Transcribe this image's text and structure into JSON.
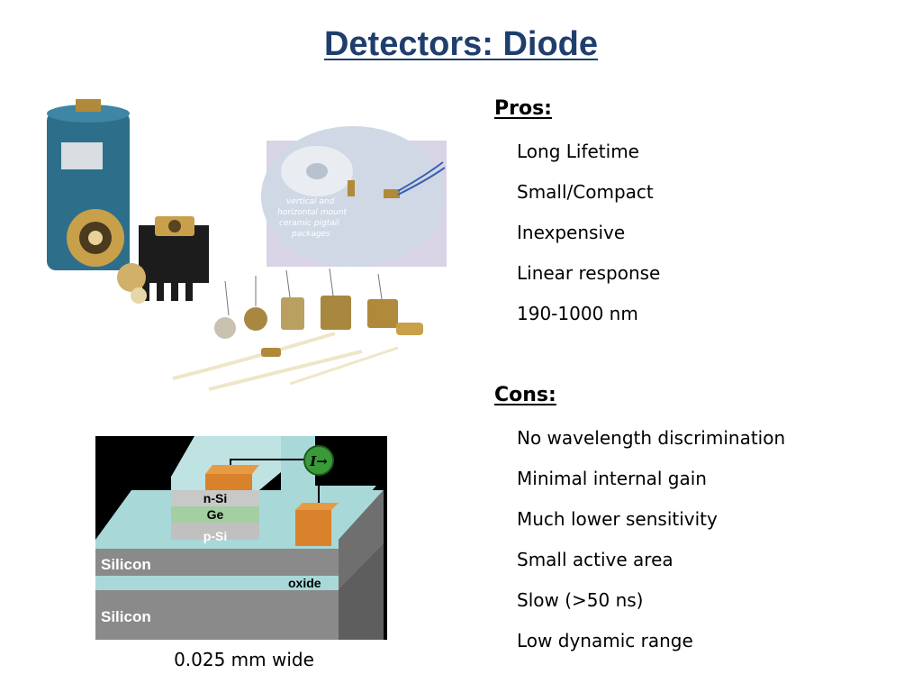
{
  "slide": {
    "title": "Detectors: Diode"
  },
  "photo": {
    "caption_lines": [
      "vertical and",
      "horizontal mount",
      "ceramic pigtail",
      "packages"
    ]
  },
  "diagram": {
    "current_label": "I→",
    "layers": {
      "n_si": "n-Si",
      "ge": "Ge",
      "p_si": "p-Si",
      "silicon_top": "Silicon",
      "oxide": "oxide",
      "silicon_bottom": "Silicon"
    },
    "caption": "0.025 mm wide"
  },
  "pros": {
    "heading": "Pros:",
    "items": [
      "Long Lifetime",
      "Small/Compact",
      "Inexpensive",
      "Linear response",
      "190-1000 nm"
    ]
  },
  "cons": {
    "heading": "Cons:",
    "items": [
      "No wavelength discrimination",
      "Minimal internal gain",
      "Much lower sensitivity",
      "Small active area",
      "Slow (>50 ns)",
      "Low dynamic range"
    ]
  },
  "colors": {
    "title": "#1f3e6e",
    "contact": "#d9822b",
    "oxide": "#a8d8d8"
  }
}
